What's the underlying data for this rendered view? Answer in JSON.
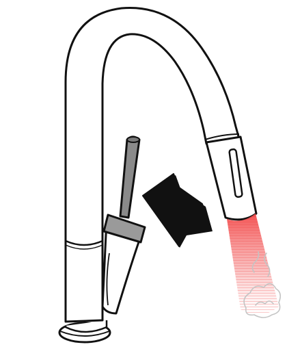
{
  "figure": {
    "subject": "pull-down-kitchen-faucet",
    "callout": "lever-push-back-arrow",
    "state": "hot-water-spray",
    "colors": {
      "outline": "#111111",
      "body": "#ffffff",
      "lever_handle": "#8a8a8a",
      "lever_base_top": "#9a9a9a",
      "arrow": "#111111",
      "hot_water_glow": "#f24b4b",
      "steam": "#c9c9c9"
    }
  }
}
